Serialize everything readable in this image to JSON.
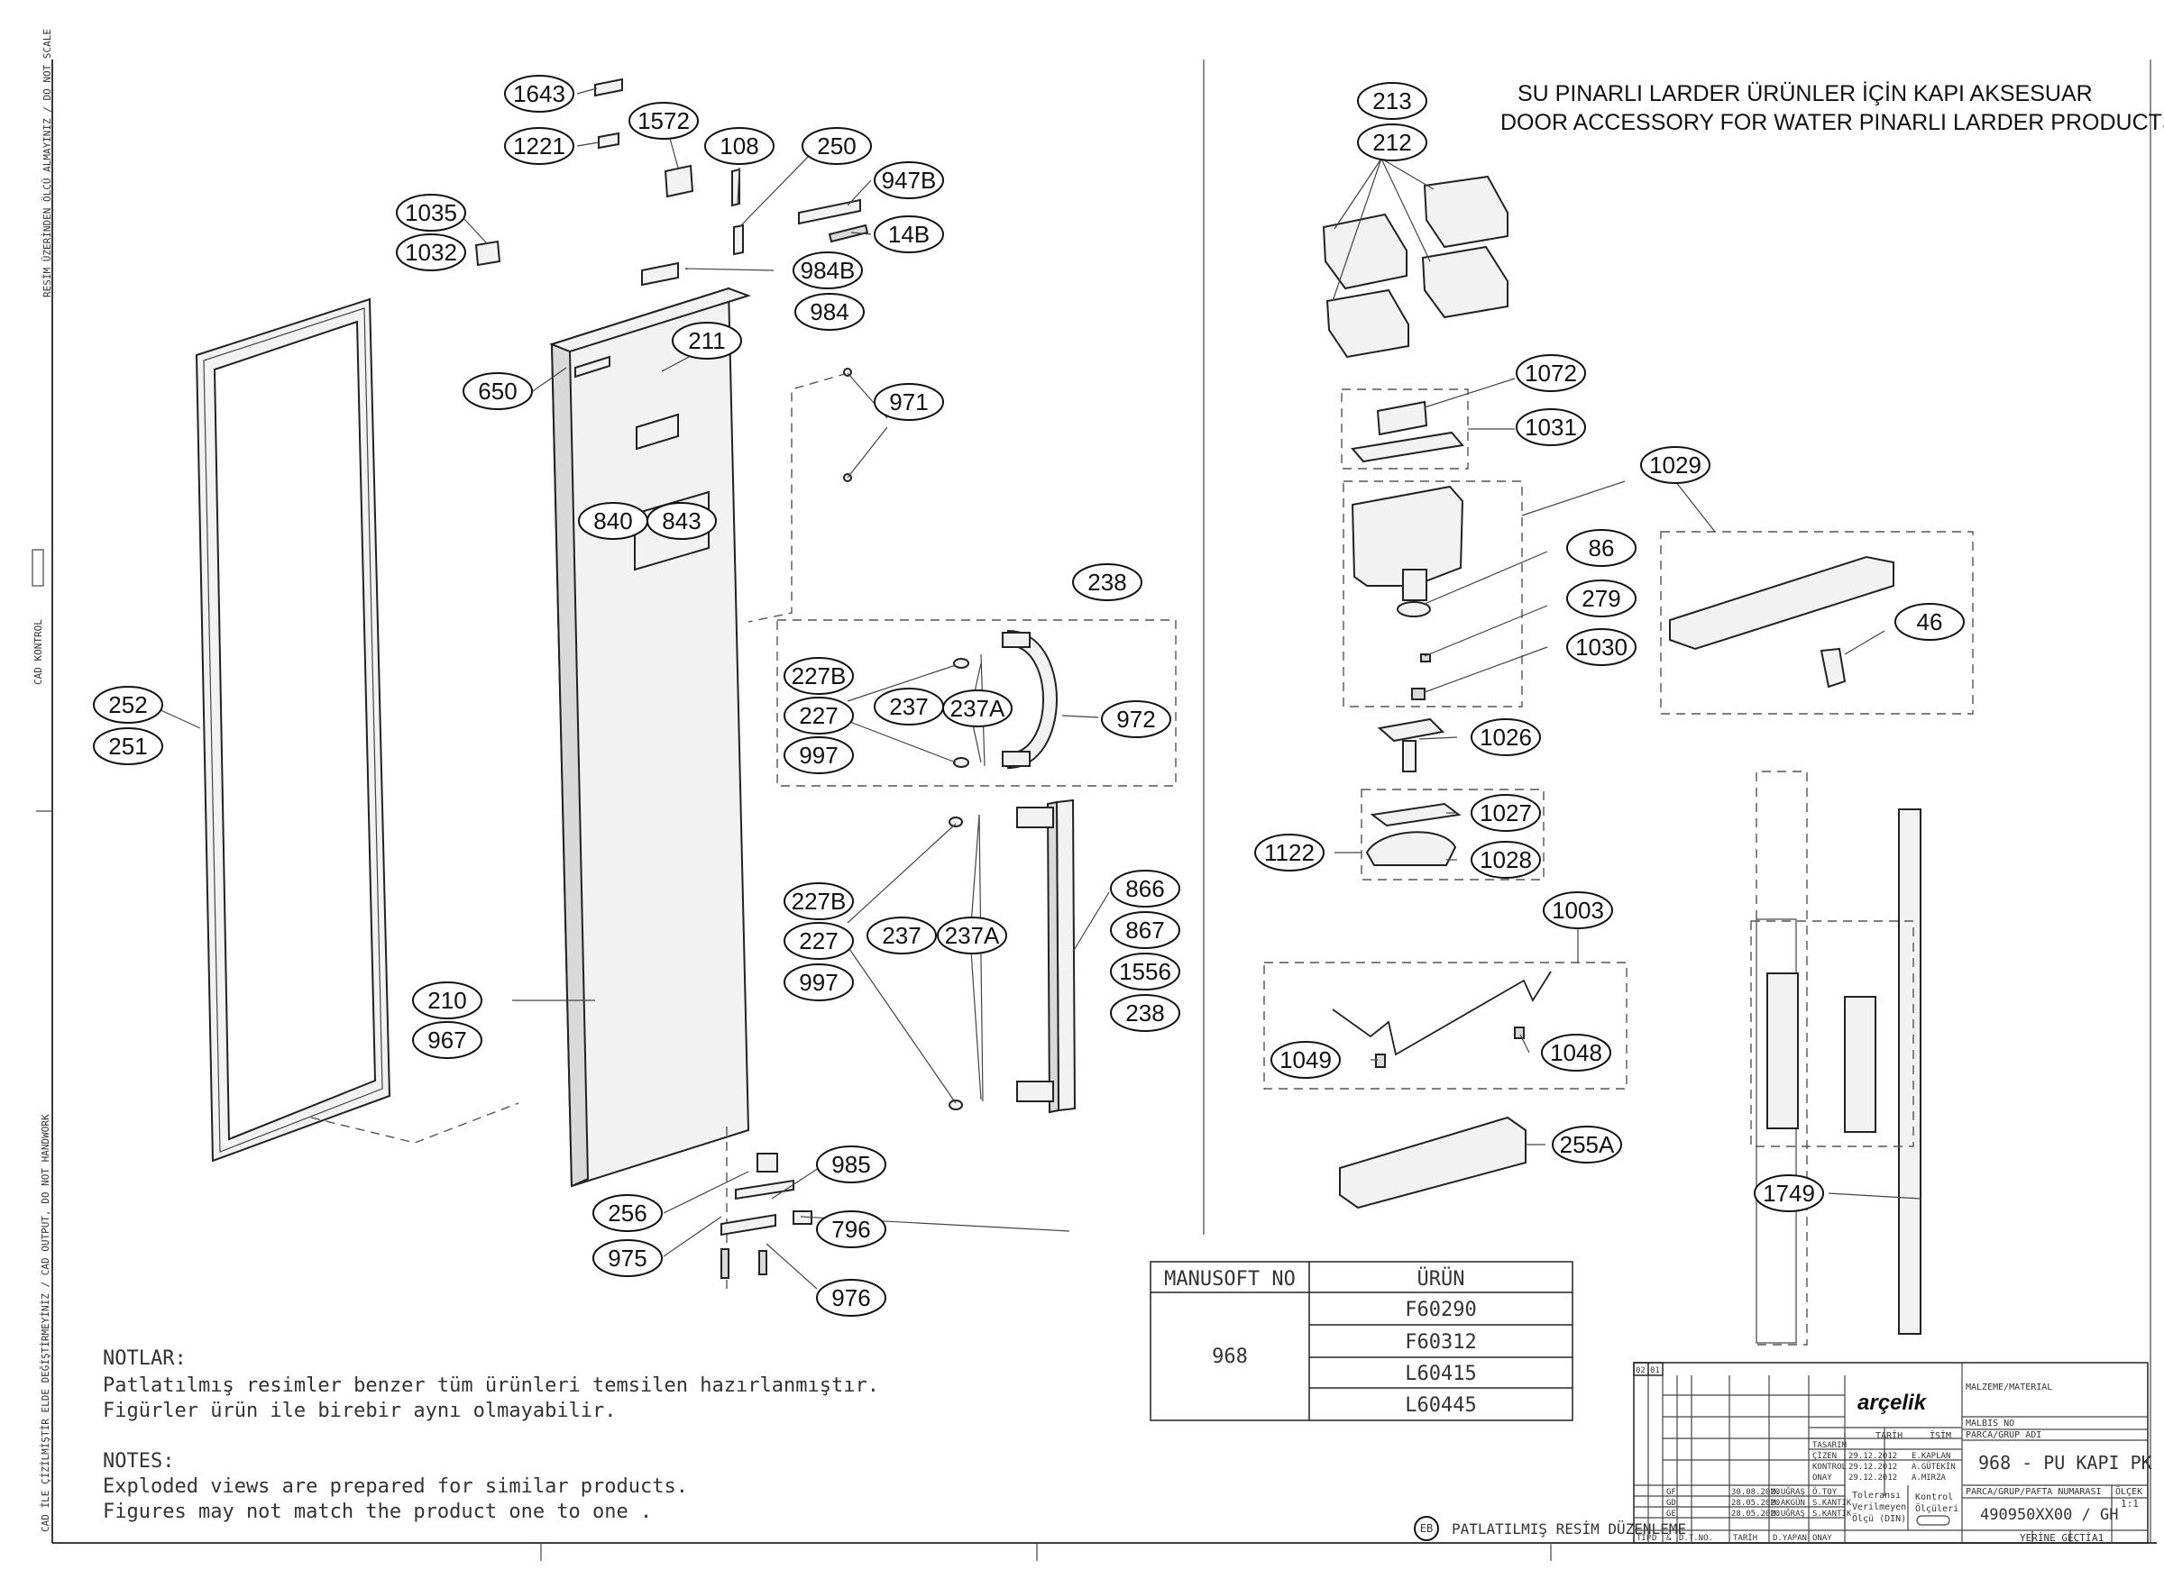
{
  "header": {
    "tr": "SU PINARLI LARDER ÜRÜNLER İÇİN KAPI AKSESUAR",
    "en": "DOOR ACCESSORY FOR WATER PINARLI LARDER PRODUCTS"
  },
  "margin_texts": {
    "top": "RESİM ÜZERİNDEN ÖLÇÜ ALMAYINIZ / DO NOT SCALE",
    "mid": "CAD KONTROL",
    "bottom": "CAD İLE ÇİZİLMİŞTİR ELDE DEĞİŞTİRMEYİNİZ / CAD OUTPUT, DO NOT HANDWORK"
  },
  "callouts": [
    "1643",
    "1221",
    "1572",
    "108",
    "250",
    "947B",
    "14B",
    "1035",
    "1032",
    "984B",
    "984",
    "211",
    "650",
    "971",
    "840",
    "843",
    "238",
    "227B",
    "227",
    "997",
    "237",
    "237A",
    "972",
    "252",
    "251",
    "227B",
    "227",
    "997",
    "237",
    "237A",
    "866",
    "867",
    "1556",
    "238",
    "210",
    "967",
    "985",
    "256",
    "796",
    "975",
    "976",
    "213",
    "212",
    "1072",
    "1031",
    "1029",
    "86",
    "279",
    "1030",
    "46",
    "1026",
    "1027",
    "1122",
    "1028",
    "1003",
    "1049",
    "1048",
    "255A",
    "1749"
  ],
  "notes": {
    "tr_title": "NOTLAR:",
    "tr_line1": "Patlatılmış  resimler benzer tüm ürünleri temsilen  hazırlanmıştır.",
    "tr_line2": "Figürler ürün ile birebir aynı olmayabilir.",
    "en_title": "NOTES:",
    "en_line1": "Exploded views are prepared for similar products.",
    "en_line2": "Figures  may not match the product one to one ."
  },
  "manusoft": {
    "col1": "MANUSOFT NO",
    "col2": "ÜRÜN",
    "no": "968",
    "products": [
      "F60290",
      "F60312",
      "L60415",
      "L60445"
    ]
  },
  "revision_note": {
    "badge": "EB",
    "text": "PATLATILMIŞ RESİM DÜZENLEME"
  },
  "title_block": {
    "brand": "arçelik",
    "material_label": "MALZEME/MATERIAL",
    "malbis_label": "MALBIS NO",
    "group_label": "PARCA/GRUP ADI",
    "part_name": "968 - PU KAPI PK",
    "part_no_label": "PARCA/GRUP/PAFTA NUMARASI",
    "scale_label": "ÖLÇEK",
    "scale": "1:1",
    "part_no": "490950XX00 / GH",
    "replaces": "YERİNE GEÇTİ",
    "sheet": "A1",
    "tarih": "TARİH",
    "isim": "İSİM",
    "roles": [
      "TASARIM",
      "ÇİZEN",
      "KONTROL",
      "ONAY"
    ],
    "dates": [
      "",
      "29.12.2012",
      "29.12.2012",
      "29.12.2012"
    ],
    "names": [
      "",
      "E.KAPLAN",
      "A.GÜTEKİN",
      "A.MIRZA"
    ],
    "rev_rows": [
      {
        "code": "GF",
        "date": "30.08.2020",
        "by": "M.UĞRAŞ",
        "chk": "Ö.TOY"
      },
      {
        "code": "GD",
        "date": "28.05.2020",
        "by": "M.AKGÜN",
        "chk": "S.KANTIK"
      },
      {
        "code": "GE",
        "date": "28.05.2020",
        "by": "M.UĞRAŞ",
        "chk": "S.KANTIK"
      }
    ],
    "tolerance": [
      "Toleransı",
      "Verilmeyen",
      "Ölçü (DIN)"
    ],
    "control": [
      "Kontrol",
      "Ölçüleri"
    ],
    "bottom_cols": [
      "TİP",
      "D",
      "&",
      "D.T.NO.",
      "TARİH",
      "D.YAPAN",
      "ONAY"
    ],
    "corner": [
      "02",
      "01"
    ]
  }
}
